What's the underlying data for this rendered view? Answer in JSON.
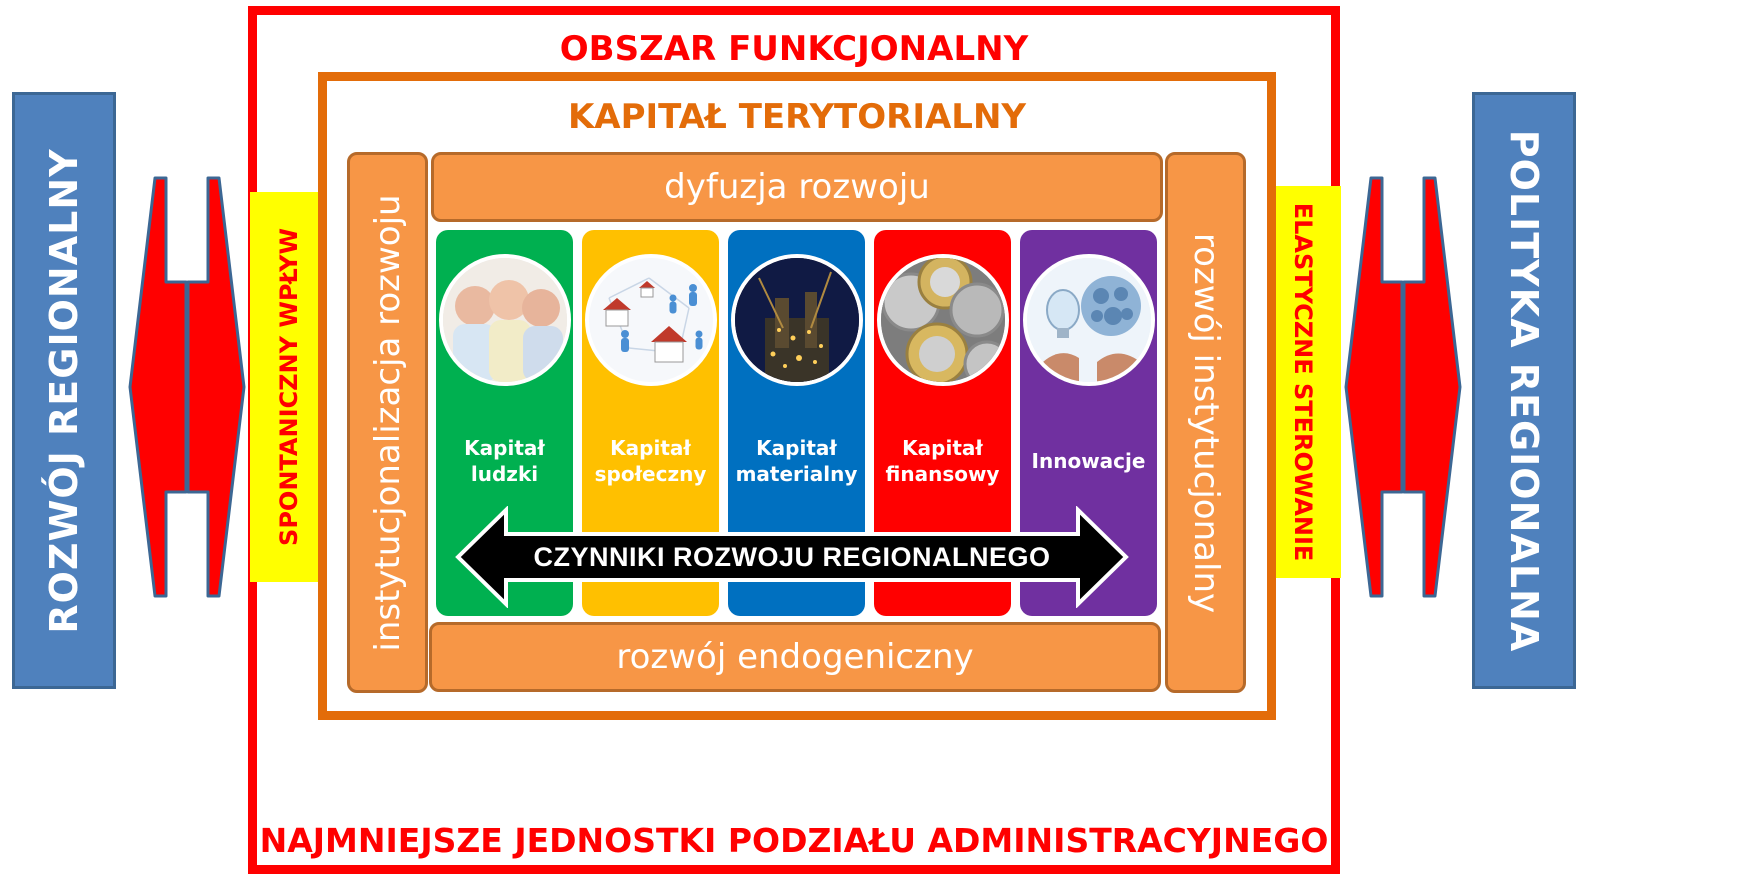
{
  "side_left": {
    "label": "ROZWÓJ REGIONALNY"
  },
  "side_right": {
    "label": "POLITYKA REGIONALNA"
  },
  "outer_frame": {
    "title": "OBSZAR FUNKCJONALNY",
    "footer": "NAJMNIEJSZE JEDNOSTKI PODZIAŁU ADMINISTRACYJNEGO"
  },
  "inner_frame": {
    "title": "KAPITAŁ TERYTORIALNY"
  },
  "left_influence": "SPONTANICZNY WPŁYW",
  "right_influence": "ELASTYCZNE STEROWANIE",
  "bars": {
    "top": "dyfuzja rozwoju",
    "bottom": "rozwój endogeniczny",
    "left": "instytucjonalizacja rozwoju",
    "right": "rozwój instytucjonalny"
  },
  "capitals": [
    {
      "line1": "Kapitał",
      "line2": "ludzki",
      "color": "#00b050",
      "image": "babies"
    },
    {
      "line1": "Kapitał",
      "line2": "społeczny",
      "color": "#ffc000",
      "image": "houses-people-network"
    },
    {
      "line1": "Kapitał",
      "line2": "materialny",
      "color": "#0070c0",
      "image": "industrial-plant-night"
    },
    {
      "line1": "Kapitał",
      "line2": "finansowy",
      "color": "#ff0000",
      "image": "coins"
    },
    {
      "line1": "Innowacje",
      "line2": "",
      "color": "#7030a0",
      "image": "lightbulb-gears"
    }
  ],
  "factors_arrow": "CZYNNIKI ROZWOJU REGIONALNEGO",
  "colors": {
    "red_frame": "#ff0000",
    "orange_frame": "#e36c09",
    "bar_fill": "#f79646",
    "side_banner": "#4f81bd",
    "yellow_label": "#ffff00"
  }
}
